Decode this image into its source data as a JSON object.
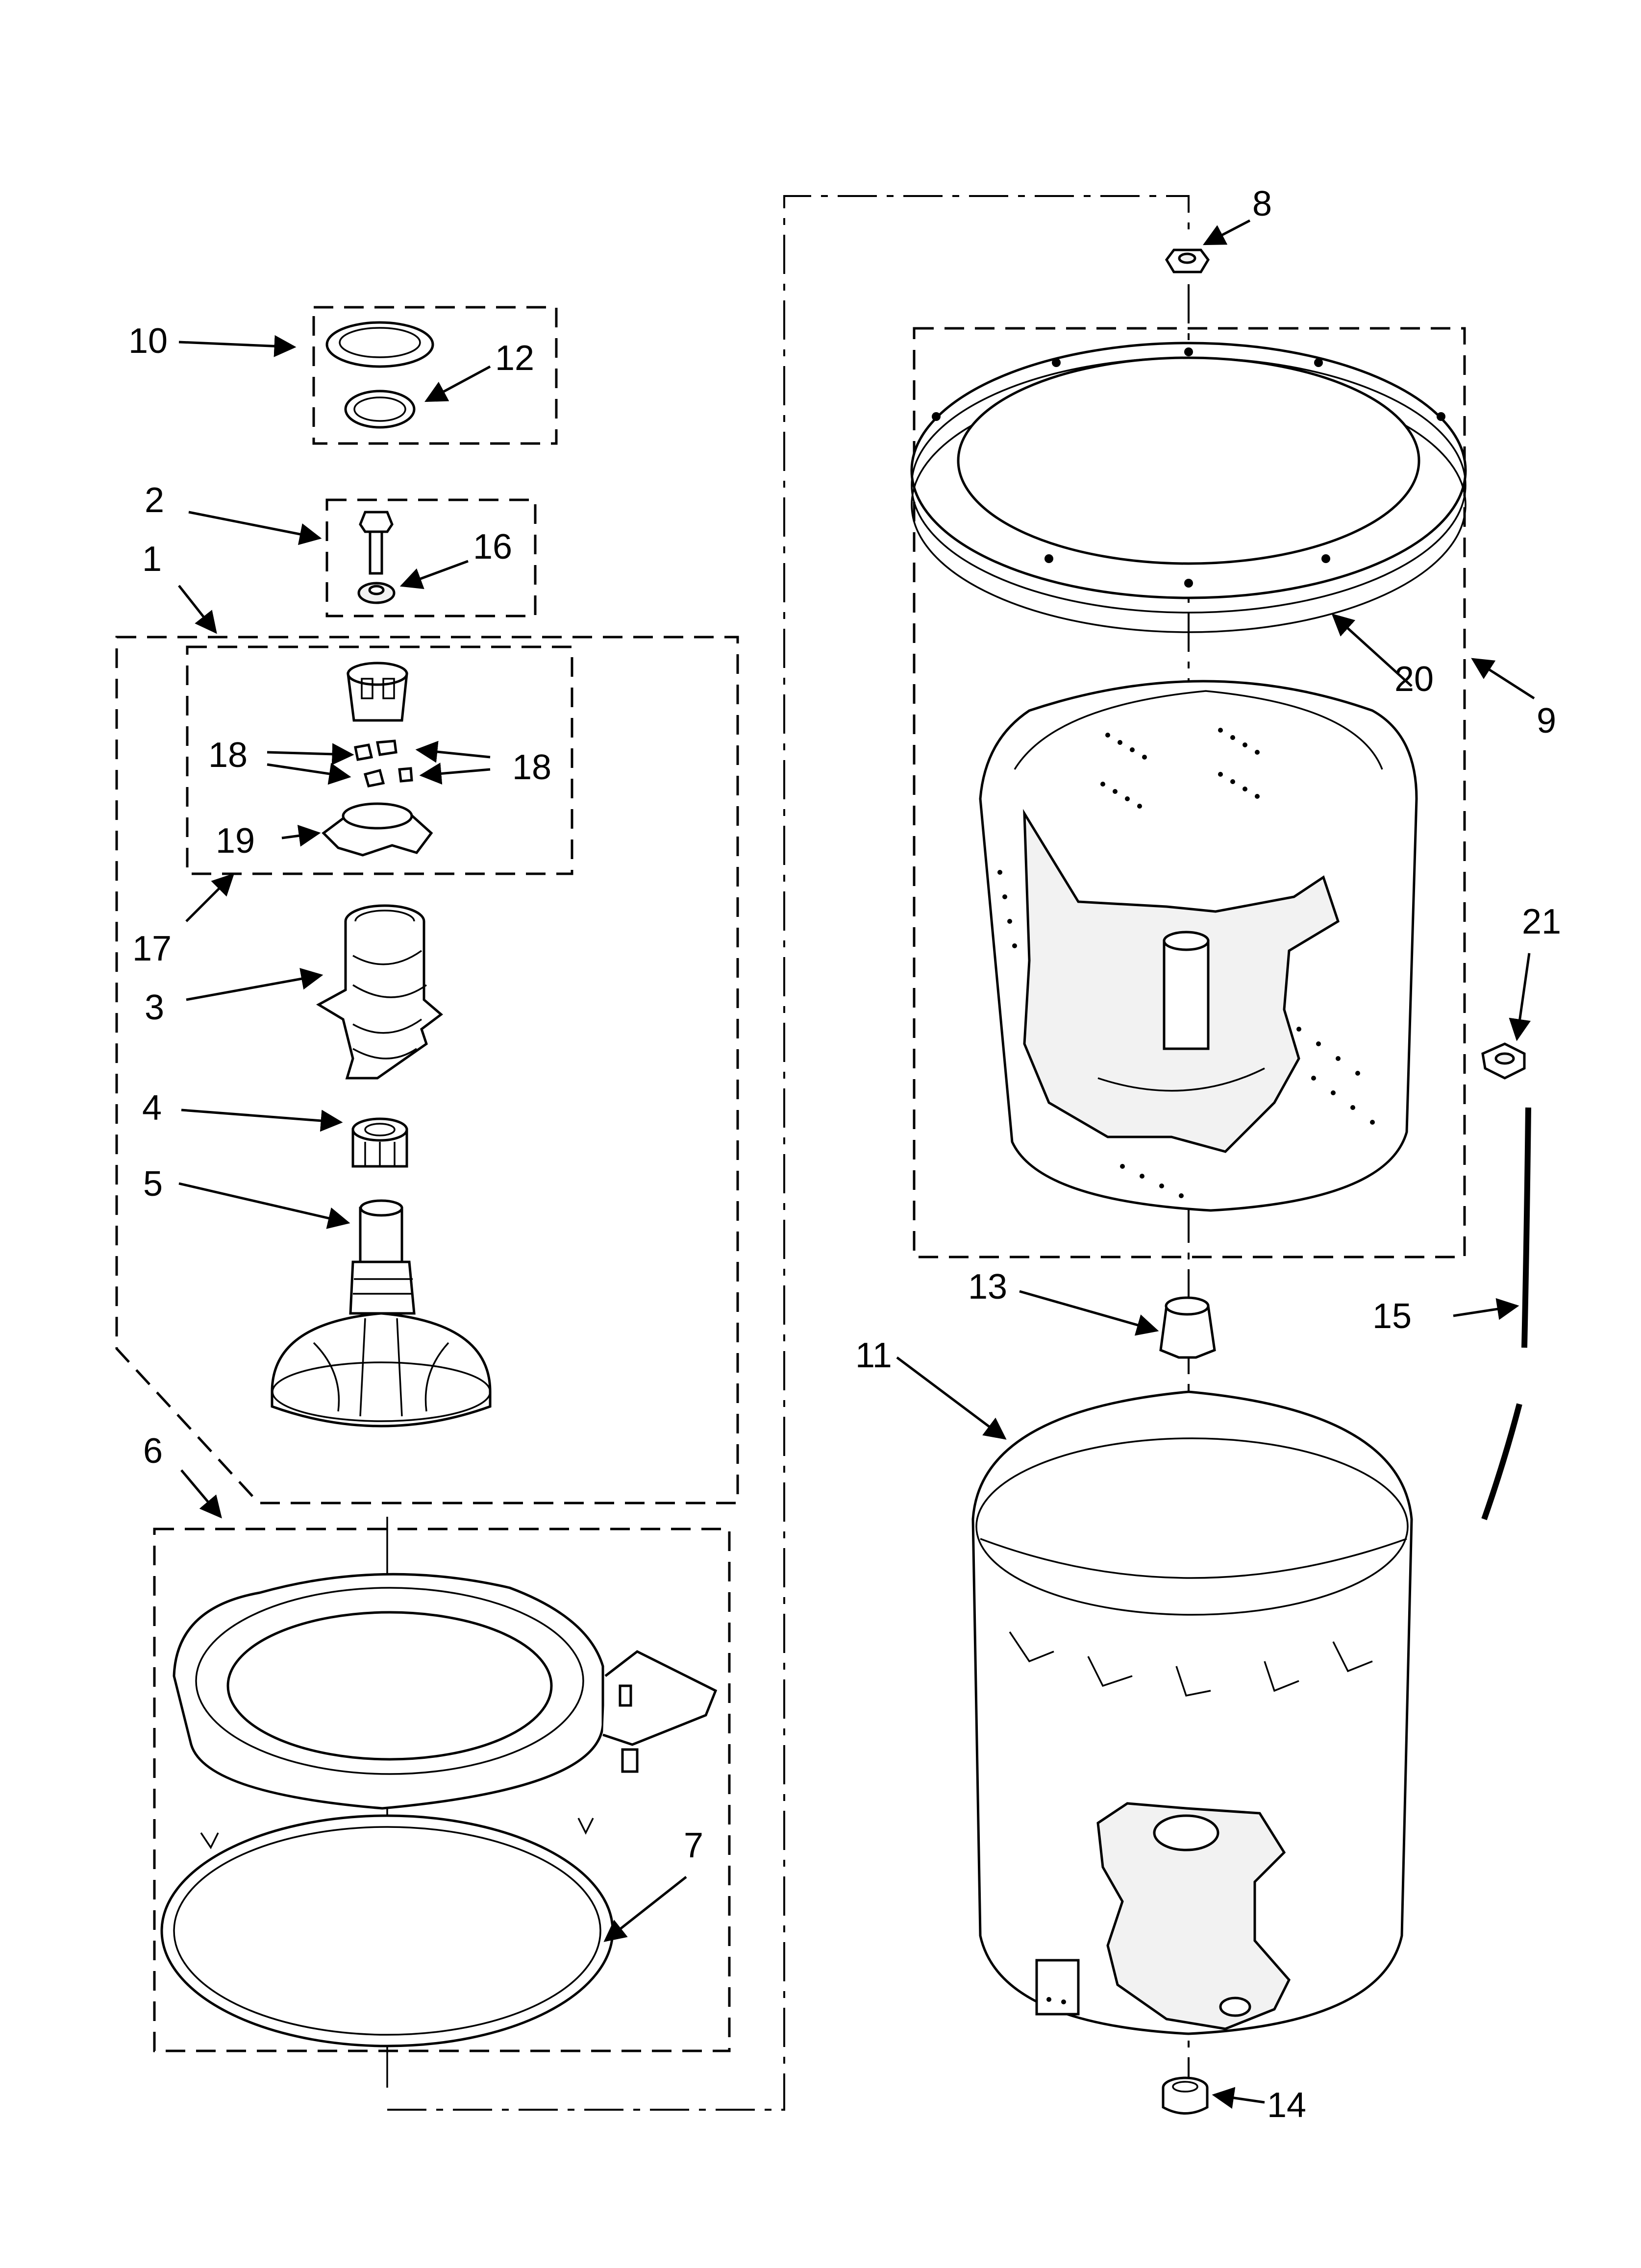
{
  "diagram": {
    "labels": {
      "p1": "1",
      "p2": "2",
      "p3": "3",
      "p4": "4",
      "p5": "5",
      "p6": "6",
      "p7": "7",
      "p8": "8",
      "p9": "9",
      "p10": "10",
      "p11": "11",
      "p12": "12",
      "p13": "13",
      "p14": "14",
      "p15": "15",
      "p16": "16",
      "p17": "17",
      "p18a": "18",
      "p18b": "18",
      "p19": "19",
      "p20": "20",
      "p21": "21"
    }
  }
}
